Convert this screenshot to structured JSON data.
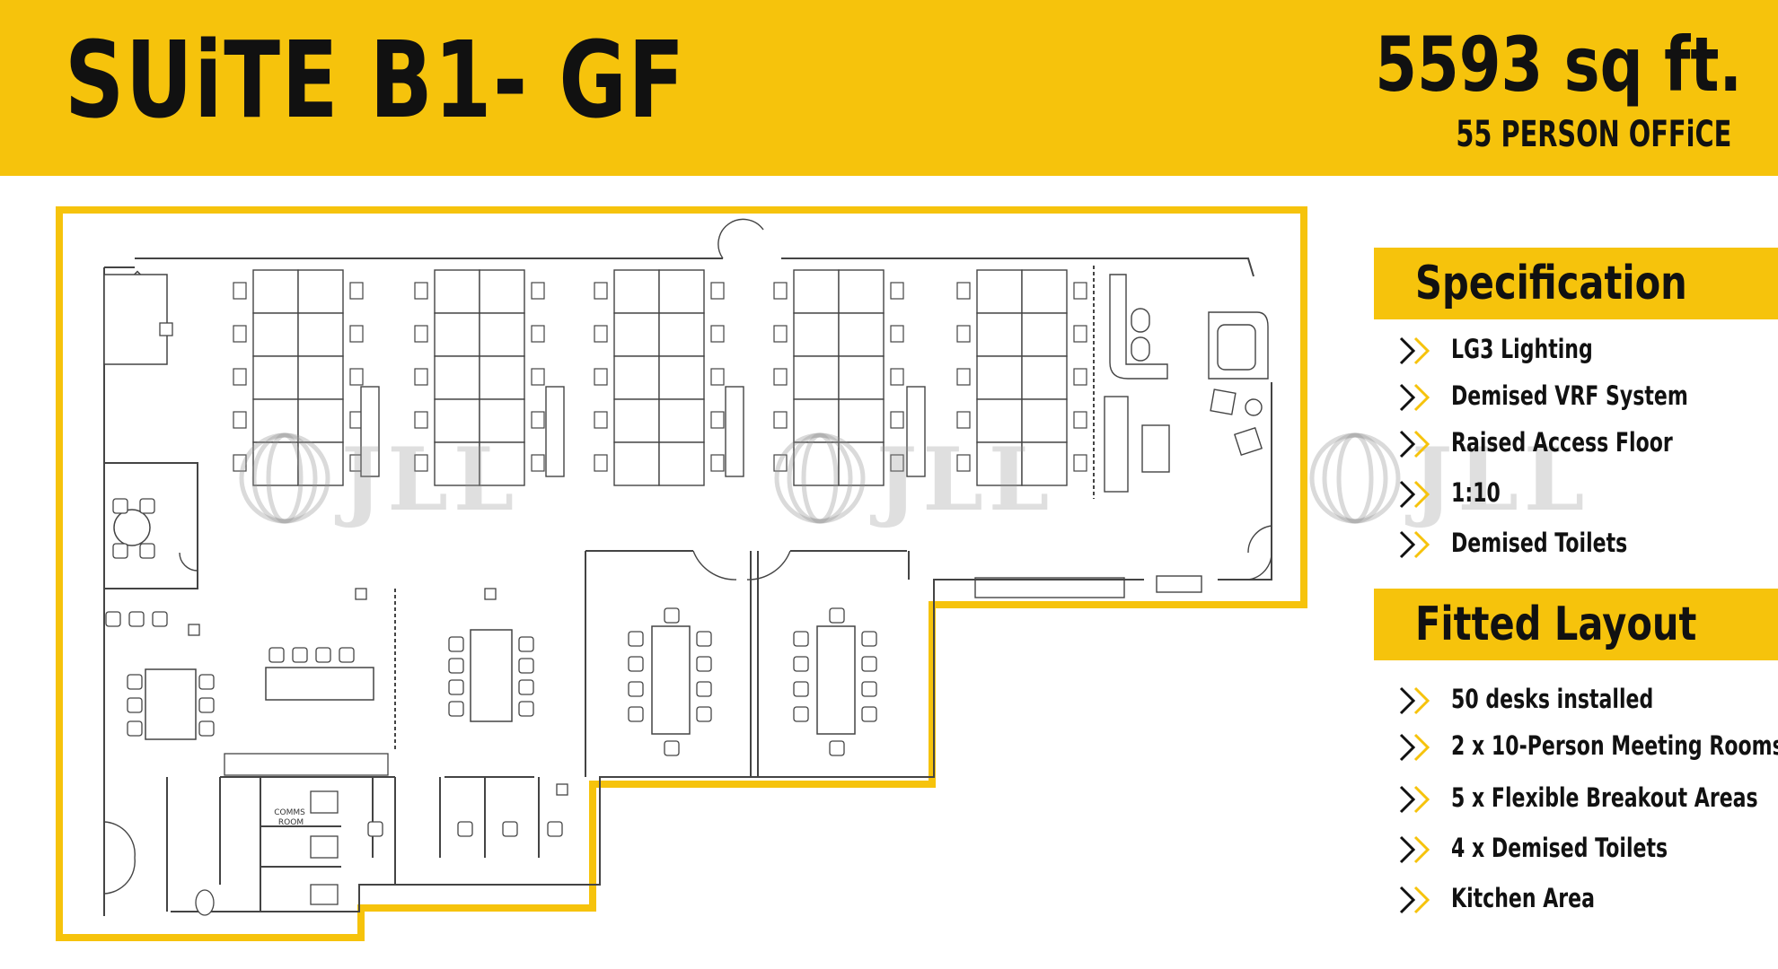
{
  "header": {
    "title": "SUiTE B1- GF",
    "area": "5593 sq ft.",
    "capacity": "55 PERSON OFFiCE"
  },
  "plan": {
    "room_label": "COMMS\nROOM",
    "watermark": "JLL"
  },
  "specification": {
    "heading": "Specification",
    "items": [
      "LG3 Lighting",
      "Demised VRF System",
      "Raised Access Floor",
      "1:10",
      "Demised Toilets"
    ]
  },
  "fitted_layout": {
    "heading": "Fitted Layout",
    "items": [
      "50 desks installed",
      "2 x 10-Person Meeting Rooms",
      "5 x Flexible Breakout Areas",
      "4 x Demised Toilets",
      "Kitchen Area"
    ]
  },
  "colors": {
    "accent_yellow": "#f6c30c",
    "ink": "#111111",
    "plan_line": "#444444"
  },
  "icons": {
    "bullet": "double-chevron-right-icon",
    "watermark_logo": "jll-logo-icon"
  }
}
